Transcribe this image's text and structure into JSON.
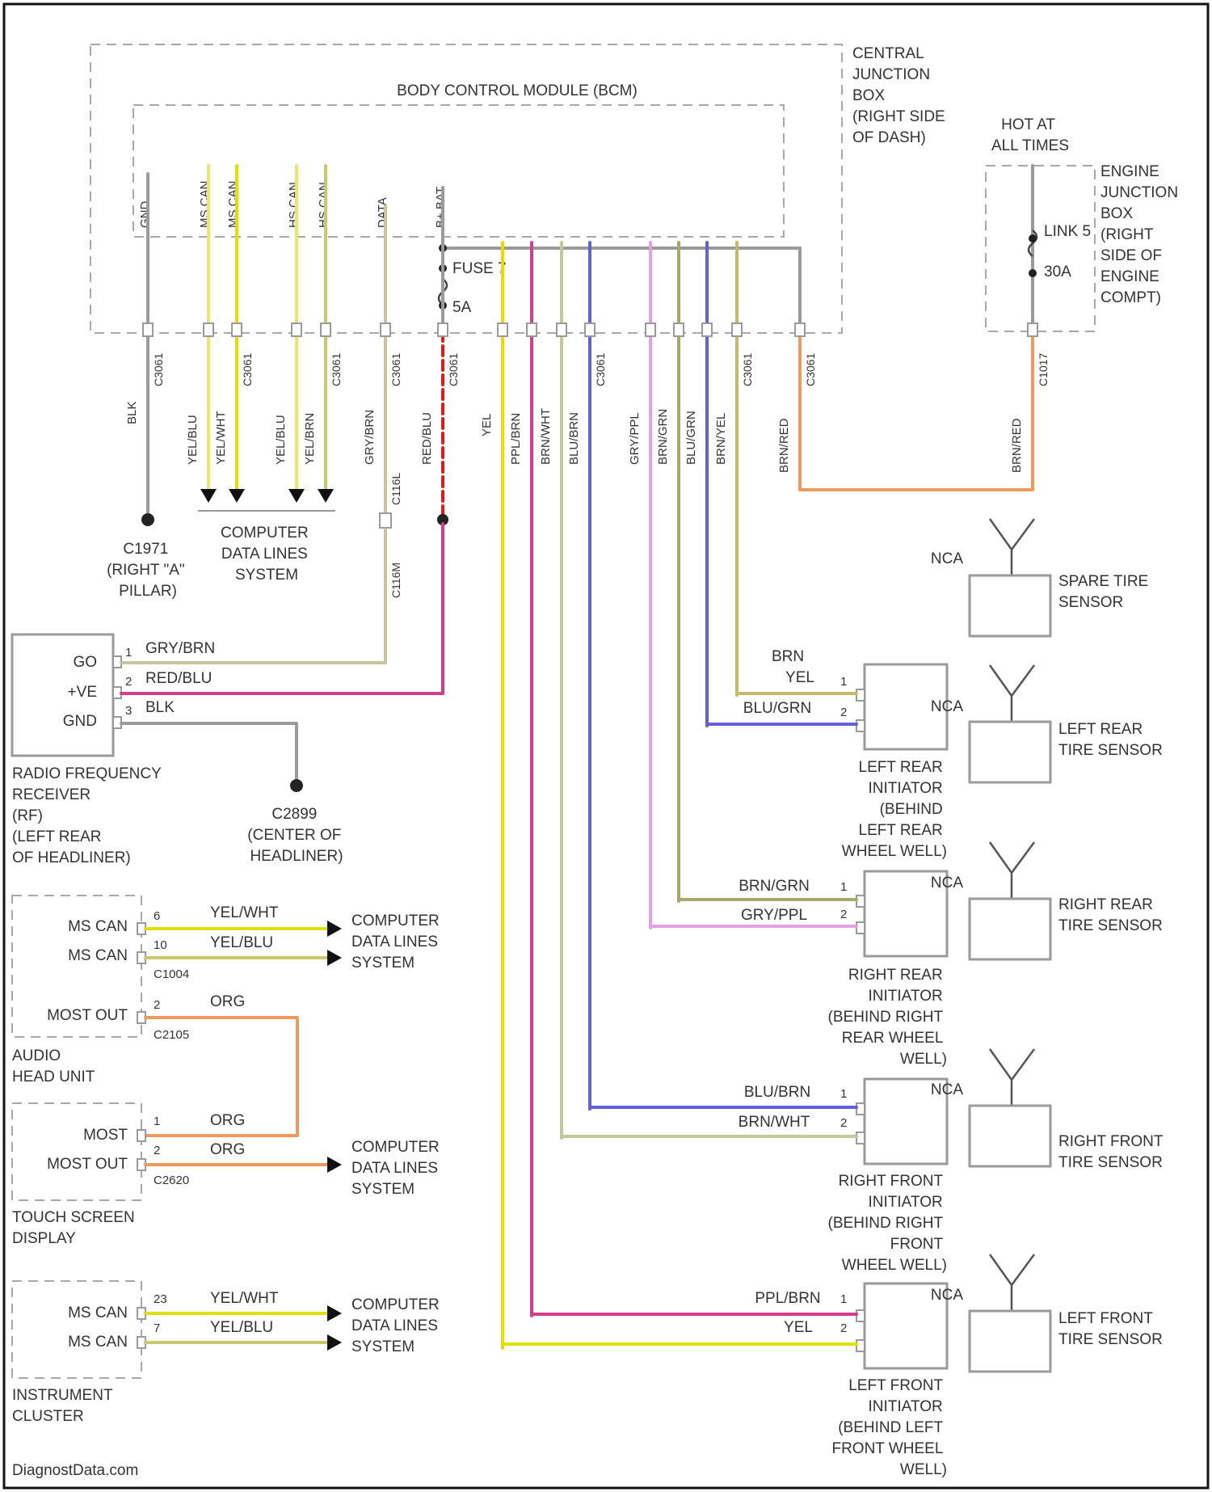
{
  "diagram": {
    "central_junction_box": [
      "CENTRAL",
      "JUNCTION",
      "BOX",
      "(RIGHT SIDE",
      "OF DASH)"
    ],
    "bcm_title": "BODY CONTROL MODULE (BCM)",
    "hot_at_all_times": [
      "HOT AT",
      "ALL TIMES"
    ],
    "engine_junction_box": [
      "ENGINE",
      "JUNCTION",
      "BOX",
      "(RIGHT",
      "SIDE OF",
      "ENGINE",
      "COMPT)"
    ],
    "fuse_label": "FUSE 7",
    "fuse_rating": "5A",
    "link_label": "LINK 5",
    "link_rating": "30A",
    "bcm_pins": [
      "GND",
      "MS CAN",
      "MS CAN",
      "HS CAN",
      "HS CAN",
      "DATA",
      "B+ BAT",
      "",
      "",
      "",
      "",
      "",
      "",
      "",
      ""
    ],
    "wire_colors_upper": [
      "BLK",
      "YEL/BLU",
      "YEL/WHT",
      "YEL/BLU",
      "YEL/BRN",
      "GRY/BRN",
      "RED/BLU",
      "YEL",
      "PPL/BRN",
      "BRN/WHT",
      "BLU/BRN",
      "GRY/PPL",
      "BRN/GRN",
      "BLU/GRN",
      "BRN/YEL",
      "BRN/RED",
      "BRN/RED"
    ],
    "connector_ids_upper": [
      "C3061",
      "C3061",
      "C3061",
      "C3061",
      "C3061",
      "C3061",
      "C3061",
      "C3061",
      "C3061",
      "C3061",
      "C3061",
      "C3061",
      "C3061",
      "C3061",
      "C3061",
      "C3061",
      "C1017"
    ],
    "ground_c1971": [
      "C1971",
      "(RIGHT \"A\"",
      "PILLAR)"
    ],
    "computer_data_lines": [
      "COMPUTER",
      "DATA LINES",
      "SYSTEM"
    ],
    "inline_c116": [
      "C116L",
      "C116M"
    ],
    "rf_receiver": {
      "pins": [
        "GO",
        "+VE",
        "GND"
      ],
      "pin_numbers": [
        "1",
        "2",
        "3"
      ],
      "wires": [
        "GRY/BRN",
        "RED/BLU",
        "BLK"
      ],
      "name": [
        "RADIO FREQUENCY",
        "RECEIVER",
        "(RF)",
        "(LEFT REAR",
        "OF HEADLINER)"
      ]
    },
    "ground_c2899": [
      "C2899",
      "(CENTER OF",
      "HEADLINER)"
    ],
    "audio_head_unit": {
      "pins": [
        "MS CAN",
        "MS CAN",
        "MOST OUT"
      ],
      "pin_numbers": [
        "6",
        "10",
        "2"
      ],
      "wires": [
        "YEL/WHT",
        "YEL/BLU",
        "ORG"
      ],
      "connectors": [
        "C1004",
        "C2105"
      ],
      "name": [
        "AUDIO",
        "HEAD UNIT"
      ]
    },
    "touch_screen": {
      "pins": [
        "MOST",
        "MOST OUT"
      ],
      "pin_numbers": [
        "1",
        "2"
      ],
      "wires": [
        "ORG",
        "ORG"
      ],
      "connector": "C2620",
      "name": [
        "TOUCH SCREEN",
        "DISPLAY"
      ]
    },
    "instrument_cluster": {
      "pins": [
        "MS CAN",
        "MS CAN"
      ],
      "pin_numbers": [
        "23",
        "7"
      ],
      "wires": [
        "YEL/WHT",
        "YEL/BLU"
      ],
      "name": [
        "INSTRUMENT",
        "CLUSTER"
      ]
    },
    "lr_initiator": {
      "wires": [
        "BRN",
        "YEL",
        "BLU/GRN"
      ],
      "pin_numbers": [
        "1",
        "2"
      ],
      "name": [
        "LEFT REAR",
        "INITIATOR",
        "(BEHIND",
        "LEFT REAR",
        "WHEEL WELL)"
      ]
    },
    "rr_initiator": {
      "wires": [
        "BRN/GRN",
        "GRY/PPL"
      ],
      "pin_numbers": [
        "1",
        "2"
      ],
      "name": [
        "RIGHT REAR",
        "INITIATOR",
        "(BEHIND RIGHT",
        "REAR WHEEL",
        "WELL)"
      ]
    },
    "rf_initiator": {
      "wires": [
        "BLU/BRN",
        "BRN/WHT"
      ],
      "pin_numbers": [
        "1",
        "2"
      ],
      "name": [
        "RIGHT FRONT",
        "INITIATOR",
        "(BEHIND RIGHT",
        "FRONT",
        "WHEEL WELL)"
      ]
    },
    "lf_initiator": {
      "wires": [
        "PPL/BRN",
        "YEL"
      ],
      "pin_numbers": [
        "1",
        "2"
      ],
      "name": [
        "LEFT FRONT",
        "INITIATOR",
        "(BEHIND LEFT",
        "FRONT WHEEL",
        "WELL)"
      ]
    },
    "nca": "NCA",
    "tire_sensors": [
      [
        "SPARE TIRE",
        "SENSOR"
      ],
      [
        "LEFT REAR",
        "TIRE SENSOR"
      ],
      [
        "RIGHT REAR",
        "TIRE SENSOR"
      ],
      [
        "RIGHT FRONT",
        "TIRE SENSOR"
      ],
      [
        "LEFT FRONT",
        "TIRE SENSOR"
      ]
    ],
    "watermark": "DiagnostData.com"
  }
}
